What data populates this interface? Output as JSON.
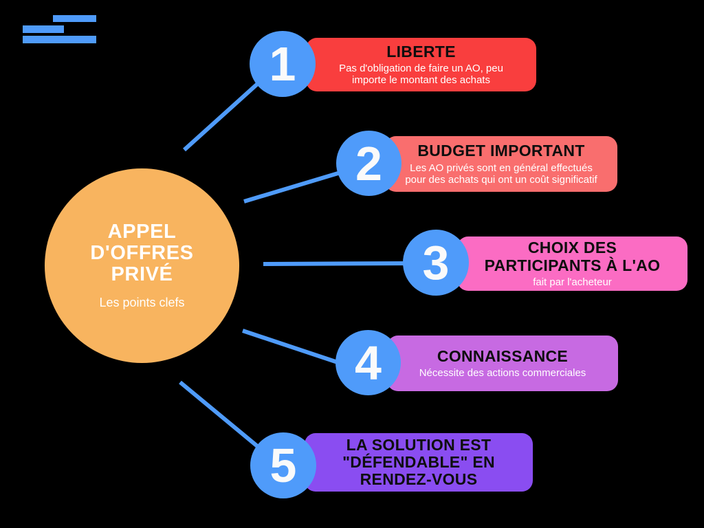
{
  "palette": {
    "blue": "#4F9BFA",
    "orange": "#F8B45F",
    "title_text": "#0E0E0E",
    "body_text": "#FFFFFF",
    "number_text": "#FAFAFA",
    "background": "#000000"
  },
  "logo": {
    "icon": "three-blue-bars-logo"
  },
  "center_circle": {
    "title": "APPEL\nD'OFFRES\nPRIVÉ",
    "subtitle": "Les points clefs"
  },
  "items": [
    {
      "number": "1",
      "title": "LIBERTE",
      "body": "Pas d'obligation de faire un AO, peu\nimporte le montant des achats",
      "color": "#F93E3E"
    },
    {
      "number": "2",
      "title": "BUDGET IMPORTANT",
      "body": "Les AO privés sont en général effectués\npour des achats qui ont un coût significatif",
      "color": "#F96E6E"
    },
    {
      "number": "3",
      "title": "CHOIX DES\nPARTICIPANTS À L'AO",
      "body": "fait par l'acheteur",
      "color": "#FB6CC3"
    },
    {
      "number": "4",
      "title": "CONNAISSANCE",
      "body": "Nécessite des actions commerciales",
      "color": "#C76AE2"
    },
    {
      "number": "5",
      "title": "LA SOLUTION EST\n\"DÉFENDABLE\" EN\nRENDEZ-VOUS",
      "color": "#8A4DF1"
    }
  ]
}
